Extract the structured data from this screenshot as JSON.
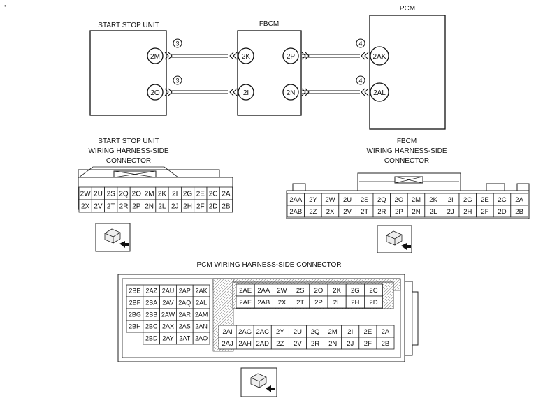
{
  "schematic": {
    "modules": {
      "start_stop_unit": "START STOP UNIT",
      "fbcm": "FBCM",
      "pcm": "PCM"
    },
    "terminals": {
      "ssu_top": "2M",
      "ssu_bottom": "2O",
      "fbcm_left_top": "2K",
      "fbcm_left_bottom": "2I",
      "fbcm_right_top": "2P",
      "fbcm_right_bottom": "2N",
      "pcm_top": "2AK",
      "pcm_bottom": "2AL"
    },
    "wire_refs": {
      "ssu_fbcm": "3",
      "fbcm_pcm": "4"
    }
  },
  "connectors": {
    "ssu": {
      "title_lines": [
        "START STOP UNIT",
        "WIRING HARNESS-SIDE",
        "CONNECTOR"
      ],
      "rows": [
        [
          "2W",
          "2U",
          "2S",
          "2Q",
          "2O",
          "2M",
          "2K",
          "2I",
          "2G",
          "2E",
          "2C",
          "2A"
        ],
        [
          "2X",
          "2V",
          "2T",
          "2R",
          "2P",
          "2N",
          "2L",
          "2J",
          "2H",
          "2F",
          "2D",
          "2B"
        ]
      ]
    },
    "fbcm": {
      "title_lines": [
        "FBCM",
        "WIRING HARNESS-SIDE",
        "CONNECTOR"
      ],
      "rows": [
        [
          "2AA",
          "2Y",
          "2W",
          "2U",
          "2S",
          "2Q",
          "2O",
          "2M",
          "2K",
          "2I",
          "2G",
          "2E",
          "2C",
          "2A"
        ],
        [
          "2AB",
          "2Z",
          "2X",
          "2V",
          "2T",
          "2R",
          "2P",
          "2N",
          "2L",
          "2J",
          "2H",
          "2F",
          "2D",
          "2B"
        ]
      ]
    },
    "pcm": {
      "title": "PCM WIRING HARNESS-SIDE CONNECTOR",
      "left_block": [
        [
          "2BE",
          "2AZ",
          "2AU",
          "2AP",
          "2AK"
        ],
        [
          "2BF",
          "2BA",
          "2AV",
          "2AQ",
          "2AL"
        ],
        [
          "2BG",
          "2BB",
          "2AW",
          "2AR",
          "2AM"
        ],
        [
          "2BH",
          "2BC",
          "2AX",
          "2AS",
          "2AN"
        ],
        [
          "",
          "2BD",
          "2AY",
          "2AT",
          "2AO"
        ]
      ],
      "right_top_block": [
        [
          "2AE",
          "2AA",
          "2W",
          "2S",
          "2O",
          "2K",
          "2G",
          "2C"
        ],
        [
          "2AF",
          "2AB",
          "2X",
          "2T",
          "2P",
          "2L",
          "2H",
          "2D"
        ]
      ],
      "right_bottom_block": [
        [
          "2AI",
          "2AG",
          "2AC",
          "2Y",
          "2U",
          "2Q",
          "2M",
          "2I",
          "2E",
          "2A"
        ],
        [
          "2AJ",
          "2AH",
          "2AD",
          "2Z",
          "2V",
          "2R",
          "2N",
          "2J",
          "2F",
          "2B"
        ]
      ]
    }
  }
}
